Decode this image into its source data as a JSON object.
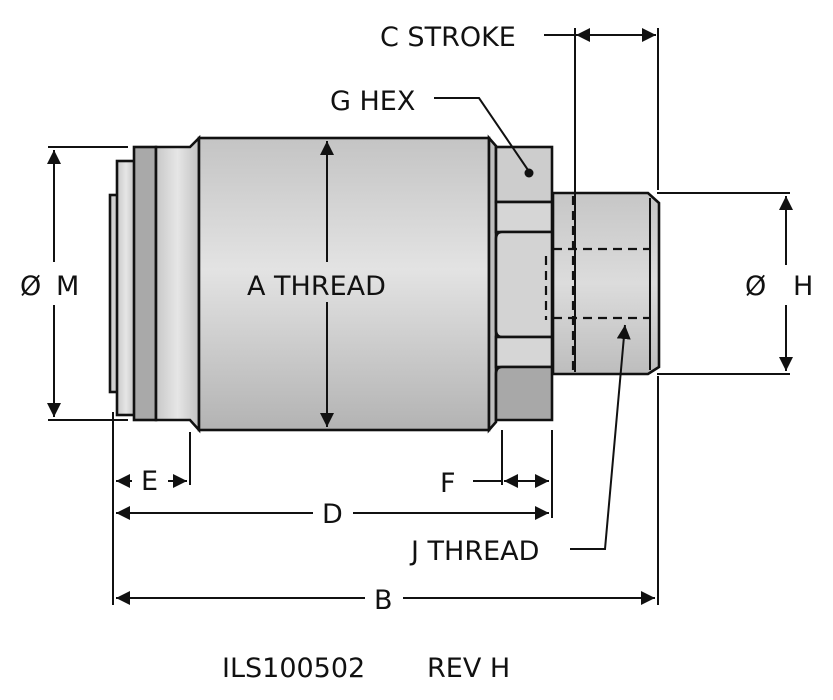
{
  "drawing": {
    "part_number": "ILS100502",
    "revision": "REV H",
    "labels": {
      "c_stroke": "C STROKE",
      "g_hex": "G HEX",
      "a_thread": "A THREAD",
      "dia_m_symbol": "Ø",
      "dia_m": "M",
      "dia_h_symbol": "Ø",
      "dia_h": "H",
      "e": "E",
      "f": "F",
      "d": "D",
      "j_thread": "J THREAD",
      "b": "B"
    },
    "colors": {
      "line": "#111111",
      "body_light": "#e2e2e2",
      "body_mid": "#cfcfcf",
      "body_dark": "#a8a8a8",
      "background": "#ffffff"
    }
  }
}
